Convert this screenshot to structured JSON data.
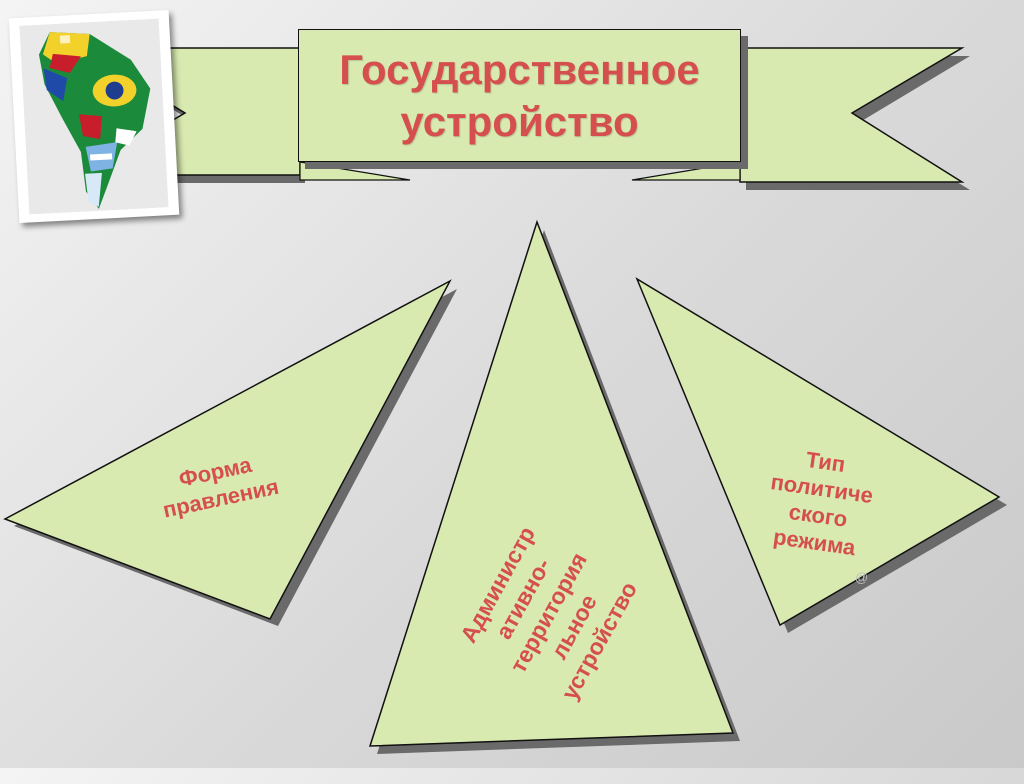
{
  "title": "Государственное\nустройство",
  "triangles": {
    "form": "Форма\nправления",
    "admin": "Администр\nативно-\nтерритория\nльное\nустройство",
    "regime": "Тип\nполитиче\nского\nрежима"
  },
  "colors": {
    "shape_fill": "#d8eab0",
    "text": "#d64f4f",
    "shadow": "#6a6a6a"
  },
  "icons": {
    "photo": "south-america-flags-map"
  }
}
